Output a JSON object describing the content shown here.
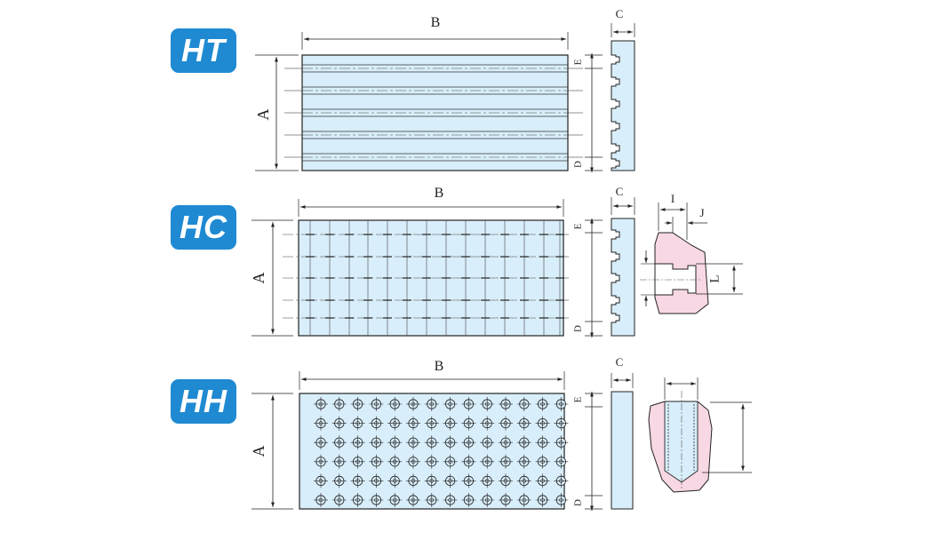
{
  "variants": [
    {
      "badge": "HT",
      "type": "T-slot"
    },
    {
      "badge": "HC",
      "type": "cross-slot"
    },
    {
      "badge": "HH",
      "type": "hole-grid"
    }
  ],
  "dimension_labels": {
    "A": "A",
    "B": "B",
    "C": "C",
    "D": "D",
    "E": "E",
    "I": "I",
    "J": "J",
    "L": "L"
  },
  "colors": {
    "badge": "#1f8ad2",
    "plate_fill": "#d8eefa",
    "detail_fill": "#f8d8e4",
    "line": "#222222"
  },
  "icons": {
    "dimension_arrow": "arrow-icon",
    "hole": "crosshair-circle-icon"
  }
}
